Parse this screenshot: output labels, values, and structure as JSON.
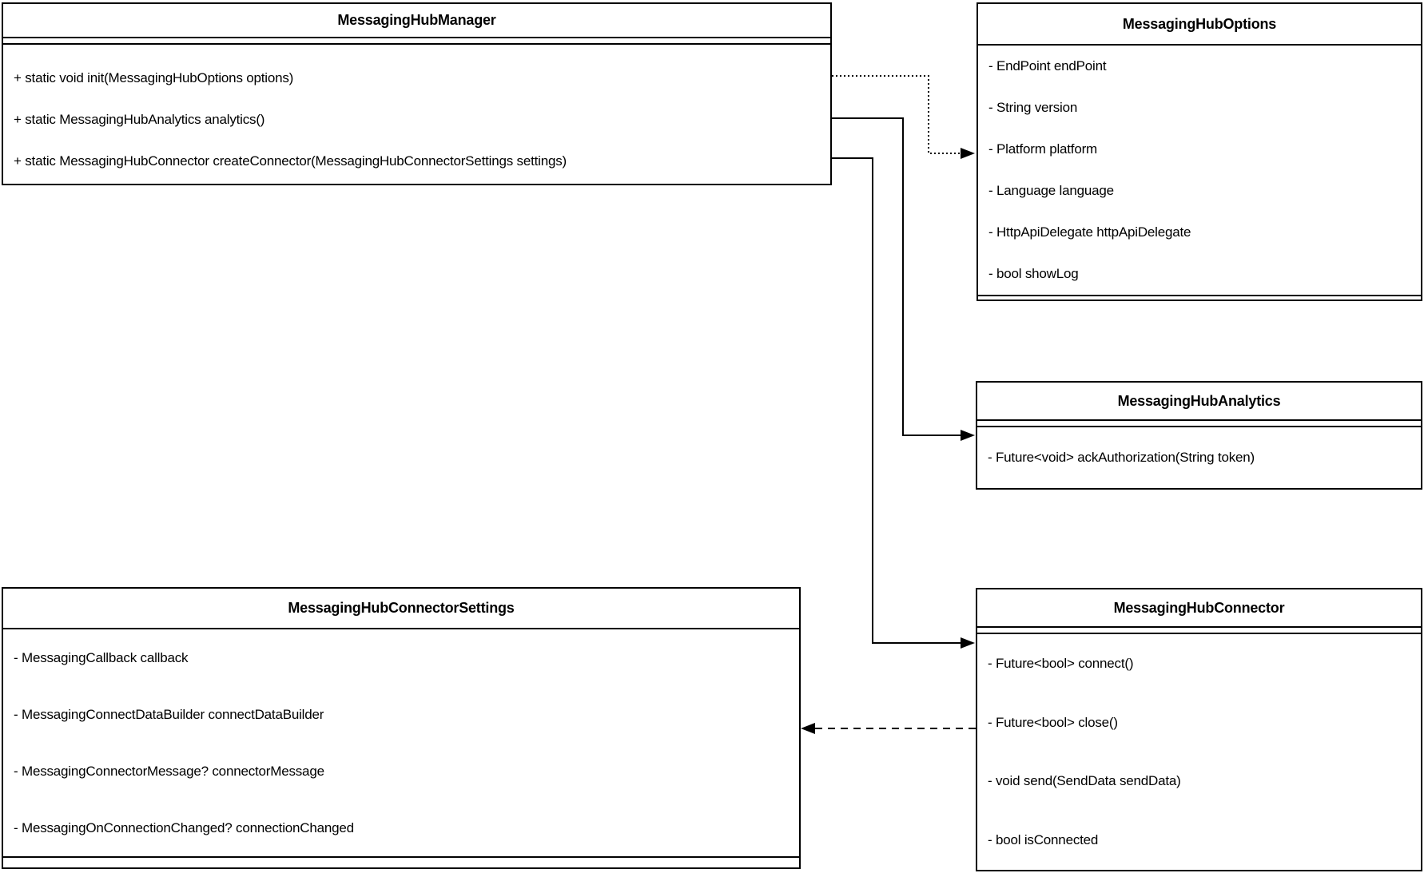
{
  "diagram_type": "uml-class-diagram",
  "colors": {
    "background": "#ffffff",
    "box_fill": "#ffffff",
    "line": "#000000",
    "text": "#000000"
  },
  "classes": [
    {
      "name": "MessagingHubManager",
      "members": [
        "+ static void init(MessagingHubOptions options)",
        "+ static MessagingHubAnalytics analytics()",
        "+ static MessagingHubConnector createConnector(MessagingHubConnectorSettings settings)"
      ]
    },
    {
      "name": "MessagingHubOptions",
      "members": [
        "- EndPoint endPoint",
        "- String version",
        "- Platform platform",
        "- Language language",
        "- HttpApiDelegate httpApiDelegate",
        "- bool showLog"
      ]
    },
    {
      "name": "MessagingHubAnalytics",
      "members": [
        "- Future<void> ackAuthorization(String token)"
      ]
    },
    {
      "name": "MessagingHubConnectorSettings",
      "members": [
        "- MessagingCallback callback",
        "- MessagingConnectDataBuilder connectDataBuilder",
        "- MessagingConnectorMessage? connectorMessage",
        "- MessagingOnConnectionChanged? connectionChanged"
      ]
    },
    {
      "name": "MessagingHubConnector",
      "members": [
        "- Future<bool> connect()",
        "- Future<bool> close()",
        "- void send(SendData sendData)",
        "- bool isConnected"
      ]
    }
  ],
  "relations": [
    {
      "from": "MessagingHubManager",
      "to": "MessagingHubOptions",
      "line": "dotted",
      "arrowhead": "filled-triangle"
    },
    {
      "from": "MessagingHubManager",
      "to": "MessagingHubAnalytics",
      "line": "solid",
      "arrowhead": "filled-triangle"
    },
    {
      "from": "MessagingHubManager",
      "to": "MessagingHubConnector",
      "line": "solid",
      "arrowhead": "filled-triangle"
    },
    {
      "from": "MessagingHubConnector",
      "to": "MessagingHubConnectorSettings",
      "line": "dashed",
      "arrowhead": "filled-triangle"
    }
  ]
}
